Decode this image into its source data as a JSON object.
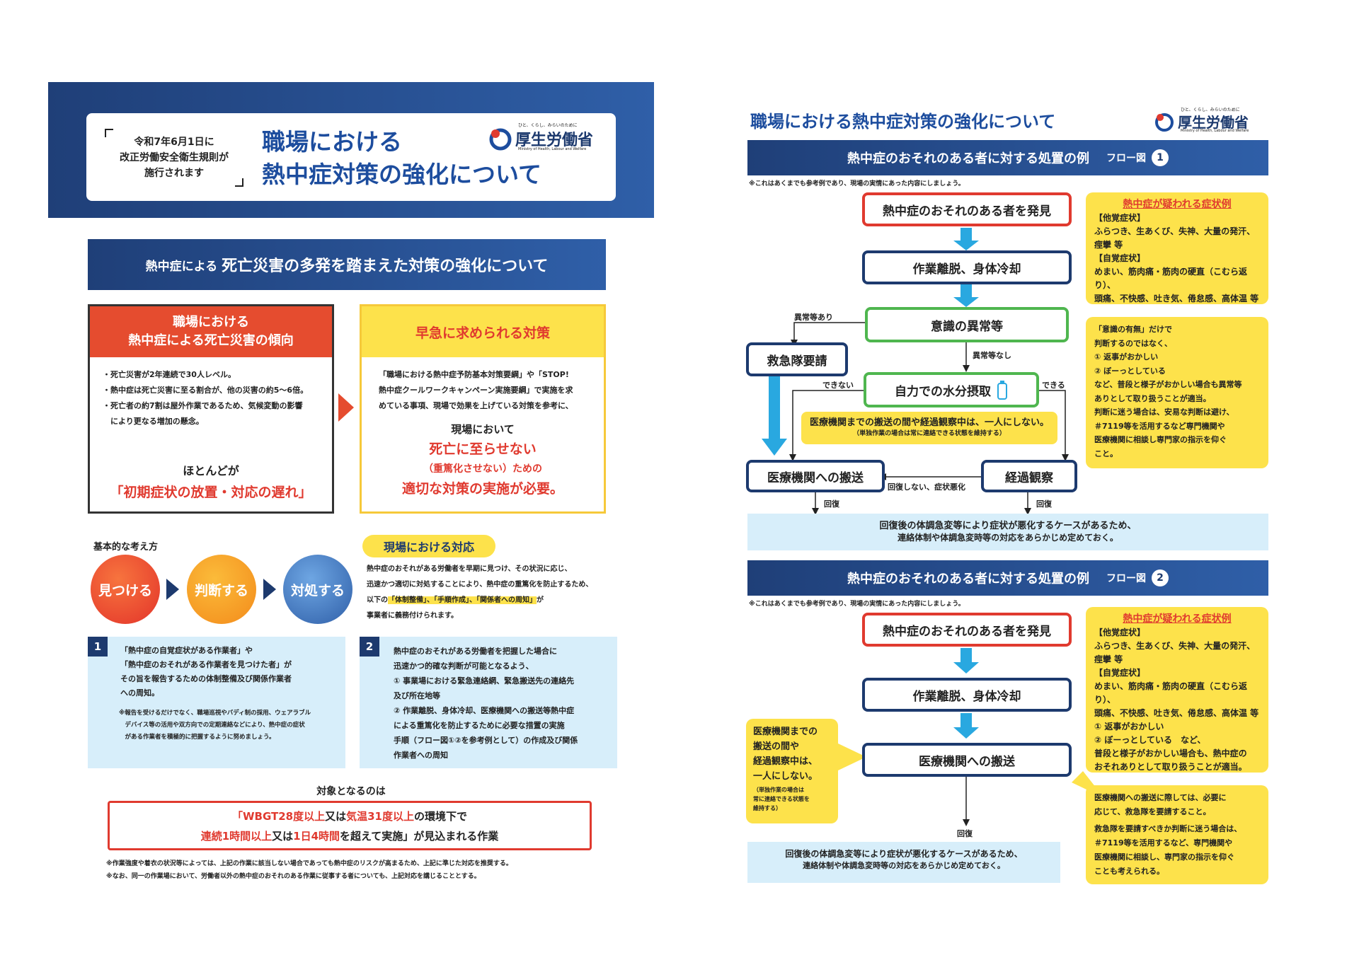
{
  "left": {
    "badge": [
      "令和7年6月1日に",
      "改正労働安全衛生規則が",
      "施行されます"
    ],
    "title": [
      "職場における",
      "熱中症対策の強化について"
    ],
    "logo": {
      "tagline": "ひと、くらし、みらいのために",
      "name": "厚生労働省",
      "english": "Ministry of Health, Labour and Welfare"
    },
    "banner": {
      "pre": "熱中症による",
      "main": "死亡災害の多発を踏まえた対策の強化について"
    },
    "box1": {
      "title": [
        "職場における",
        "熱中症による死亡災害の傾向"
      ],
      "bullets": [
        "・死亡災害が2年連続で30人レベル。",
        "・熱中症は死亡災害に至る割合が、他の災害の約5～6倍。",
        "・死亡者の約7割は屋外作業であるため、気候変動の影響",
        "　により更なる増加の懸念。"
      ],
      "foot1": "ほとんどが",
      "foot2": "「初期症状の放置・対応の遅れ」"
    },
    "box2": {
      "title": "早急に求められる対策",
      "body": [
        "「職場における熱中症予防基本対策要綱」や「STOP!",
        "熱中症クールワークキャンペーン実施要綱」で実施を求",
        "めている事項、現場で効果を上げている対策を参考に、"
      ],
      "mid": "現場において",
      "red1": "死亡に至らせない",
      "red2": "（重篤化させない）ための",
      "red3": "適切な対策の実施が必要。"
    },
    "basic": "基本的な考え方",
    "circles": [
      "見つける",
      "判断する",
      "対処する"
    ],
    "genba": {
      "title": "現場における対応",
      "l1": "熱中症のおそれがある労働者を早期に見つけ、その状況に応じ、",
      "l2": "迅速かつ適切に対処することにより、熱中症の重篤化を防止するため、",
      "l3a": "以下の",
      "l3b": "「体制整備」、「手順作成」、「関係者への周知」",
      "l3c": "が",
      "l4": "事業者に義務付けられます。"
    },
    "item1": {
      "num": "1",
      "lines": [
        "「熱中症の自覚症状がある作業者」や",
        "「熱中症のおそれがある作業者を見つけた者」が",
        "その旨を報告するための体制整備及び関係作業者",
        "への周知。"
      ],
      "note": [
        "※報告を受けるだけでなく、職場巡視やバディ制の採用、ウェアラブル",
        "　デバイス等の活用や双方向での定期連絡などにより、熱中症の症状",
        "　がある作業者を積極的に把握するように努めましょう。"
      ]
    },
    "item2": {
      "num": "2",
      "lines": [
        "熱中症のおそれがある労働者を把握した場合に",
        "迅速かつ的確な判断が可能となるよう、",
        "① 事業場における緊急連絡網、緊急搬送先の連絡先",
        "及び所在地等",
        "② 作業離脱、身体冷却、医療機関への搬送等熱中症",
        "による重篤化を防止するために必要な措置の実施",
        "手順（フロー図①②を参考例として）の作成及び関係",
        "作業者への周知"
      ]
    },
    "target": {
      "title": "対象となるのは",
      "l1a": "「WBGT28度以上",
      "l1b": "又は",
      "l1c": "気温31度以上",
      "l1d": "の環境下で",
      "l2a": "連続1時間以上",
      "l2b": "又は",
      "l2c": "1日4時間",
      "l2d": "を超えて実施」が見込まれる作業"
    },
    "notes": [
      "※作業強度や着衣の状況等によっては、上記の作業に該当しない場合であっても熱中症のリスクが高まるため、上記に準じた対応を推奨する。",
      "※なお、同一の作業場において、労働者以外の熱中症のおそれのある作業に従事する者についても、上記対応を講じることとする。"
    ]
  },
  "right": {
    "title": "職場における熱中症対策の強化について",
    "logo": {
      "tagline": "ひと、くらし、みらいのために",
      "name": "厚生労働省",
      "english": "Ministry of Health, Labour and Welfare"
    },
    "flow1": {
      "header": "熱中症のおそれのある者に対する処置の例",
      "flow_label": "フロー図",
      "flow_num": "1",
      "note": "※これはあくまでも参考例であり、現場の実情にあった内容にしましょう。",
      "n_find": "熱中症のおそれのある者を発見",
      "n_leave": "作業離脱、身体冷却",
      "n_conscious": "意識の異常等",
      "n_ambulance": "救急隊要請",
      "n_water": "自力での水分摂取",
      "n_hospital": "医療機関への搬送",
      "n_observe": "経過観察",
      "l_abnormal": "異常等あり",
      "l_normal": "異常等なし",
      "l_cannot": "できない",
      "l_can": "できる",
      "l_worse": "回復しない、症状悪化",
      "l_recover1": "回復",
      "l_recover2": "回復",
      "alone": "医療機関までの搬送の間や経過観察中は、一人にしない。",
      "alone_sub": "（単独作業の場合は常に連絡できる状態を維持する）",
      "bottom": [
        "回復後の体調急変等により症状が悪化するケースがあるため、",
        "連絡体制や体調急変時等の対応をあらかじめ定めておく。"
      ],
      "sym": {
        "title": "熱中症が疑われる症状例",
        "h1": "【他覚症状】",
        "t1": [
          "ふらつき、生あくび、失神、大量の発汗、",
          "痙攣 等"
        ],
        "h2": "【自覚症状】",
        "t2": [
          "めまい、筋肉痛・筋肉の硬直（こむら返り）、",
          "頭痛、不快感、吐き気、倦怠感、高体温 等"
        ]
      },
      "judge": [
        "「意識の有無」だけで",
        "判断するのではなく、",
        "① 返事がおかしい",
        "② ぼーっとしている",
        "など、普段と様子がおかしい場合も異常等",
        "ありとして取り扱うことが適当。",
        "判断に迷う場合は、安易な判断は避け、",
        "＃7119等を活用するなど専門機関や",
        "医療機関に相談し専門家の指示を仰ぐ",
        "こと。"
      ]
    },
    "flow2": {
      "header": "熱中症のおそれのある者に対する処置の例",
      "flow_label": "フロー図",
      "flow_num": "2",
      "note": "※これはあくまでも参考例であり、現場の実情にあった内容にしましょう。",
      "n_find": "熱中症のおそれのある者を発見",
      "n_leave": "作業離脱、身体冷却",
      "n_hospital": "医療機関への搬送",
      "l_recover": "回復",
      "left_note": [
        "医療機関までの",
        "搬送の間や",
        "経過観察中は、",
        "一人にしない。"
      ],
      "left_sub": [
        "（単独作業の場合は",
        "常に連絡できる状態を",
        "維持する）"
      ],
      "bottom": [
        "回復後の体調急変等により症状が悪化するケースがあるため、",
        "連絡体制や体調急変時等の対応をあらかじめ定めておく。"
      ],
      "sym": {
        "title": "熱中症が疑われる症状例",
        "h1": "【他覚症状】",
        "t1": [
          "ふらつき、生あくび、失神、大量の発汗、",
          "痙攣 等"
        ],
        "h2": "【自覚症状】",
        "t2": [
          "めまい、筋肉痛・筋肉の硬直（こむら返り）、",
          "頭痛、不快感、吐き気、倦怠感、高体温 等",
          "① 返事がおかしい",
          "② ぼーっとしている　など、",
          "普段と様子がおかしい場合も、熱中症の",
          "おそれありとして取り扱うことが適当。"
        ]
      },
      "advice": [
        "医療機関への搬送に際しては、必要に",
        "応じて、救急隊を要請すること。",
        "救急隊を要請すべきか判断に迷う場合は、",
        "＃7119等を活用するなど、専門機関や",
        "医療機関に相談し、専門家の指示を仰ぐ",
        "ことも考えられる。"
      ]
    }
  }
}
